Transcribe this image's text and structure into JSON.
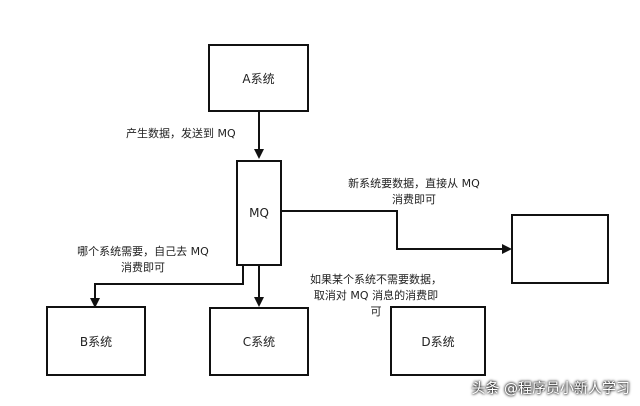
{
  "nodes": {
    "a": "A系统",
    "mq": "MQ",
    "b": "B系统",
    "c": "C系统",
    "d": "D系统",
    "new_system": ""
  },
  "labels": {
    "produce": "产生数据，发送到 MQ",
    "new_system_line1": "新系统要数据，直接从 MQ",
    "new_system_line2": "消费即可",
    "which_line1": "哪个系统需要，自己去 MQ",
    "which_line2": "消费即可",
    "no_need_line1": "如果某个系统不需要数据，",
    "no_need_line2": "取消对 MQ 消息的消费即",
    "no_need_line3": "可"
  },
  "watermark": "头条 @程序员小新人学习",
  "colors": {
    "line": "#111111",
    "text": "#222222"
  }
}
